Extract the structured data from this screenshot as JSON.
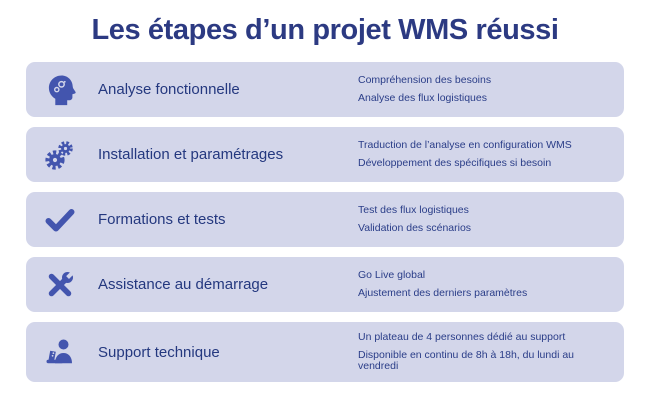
{
  "title": "Les étapes d’un projet WMS réussi",
  "colors": {
    "title_navy": "#2c3a82",
    "row_background": "#d3d6ea",
    "icon_blue": "#4355ae",
    "text_navy": "#2a3d88"
  },
  "rows": [
    {
      "icon": "head-gears-icon",
      "title": "Analyse fonctionnelle",
      "details": [
        "Compréhension des besoins",
        "Analyse des flux logistiques"
      ]
    },
    {
      "icon": "gears-icon",
      "title": "Installation et paramétrages",
      "details": [
        "Traduction de l’analyse en configuration WMS",
        "Développement des spécifiques si besoin"
      ]
    },
    {
      "icon": "check-icon",
      "title": "Formations et tests",
      "details": [
        "Test des flux logistiques",
        "Validation des scénarios"
      ]
    },
    {
      "icon": "tools-icon",
      "title": "Assistance au démarrage",
      "details": [
        "Go Live global",
        "Ajustement des derniers paramètres"
      ]
    },
    {
      "icon": "support-person-icon",
      "title": "Support technique",
      "details": [
        "Un plateau de 4 personnes dédié au support",
        "Disponible en continu de 8h à 18h, du lundi au vendredi"
      ]
    }
  ]
}
